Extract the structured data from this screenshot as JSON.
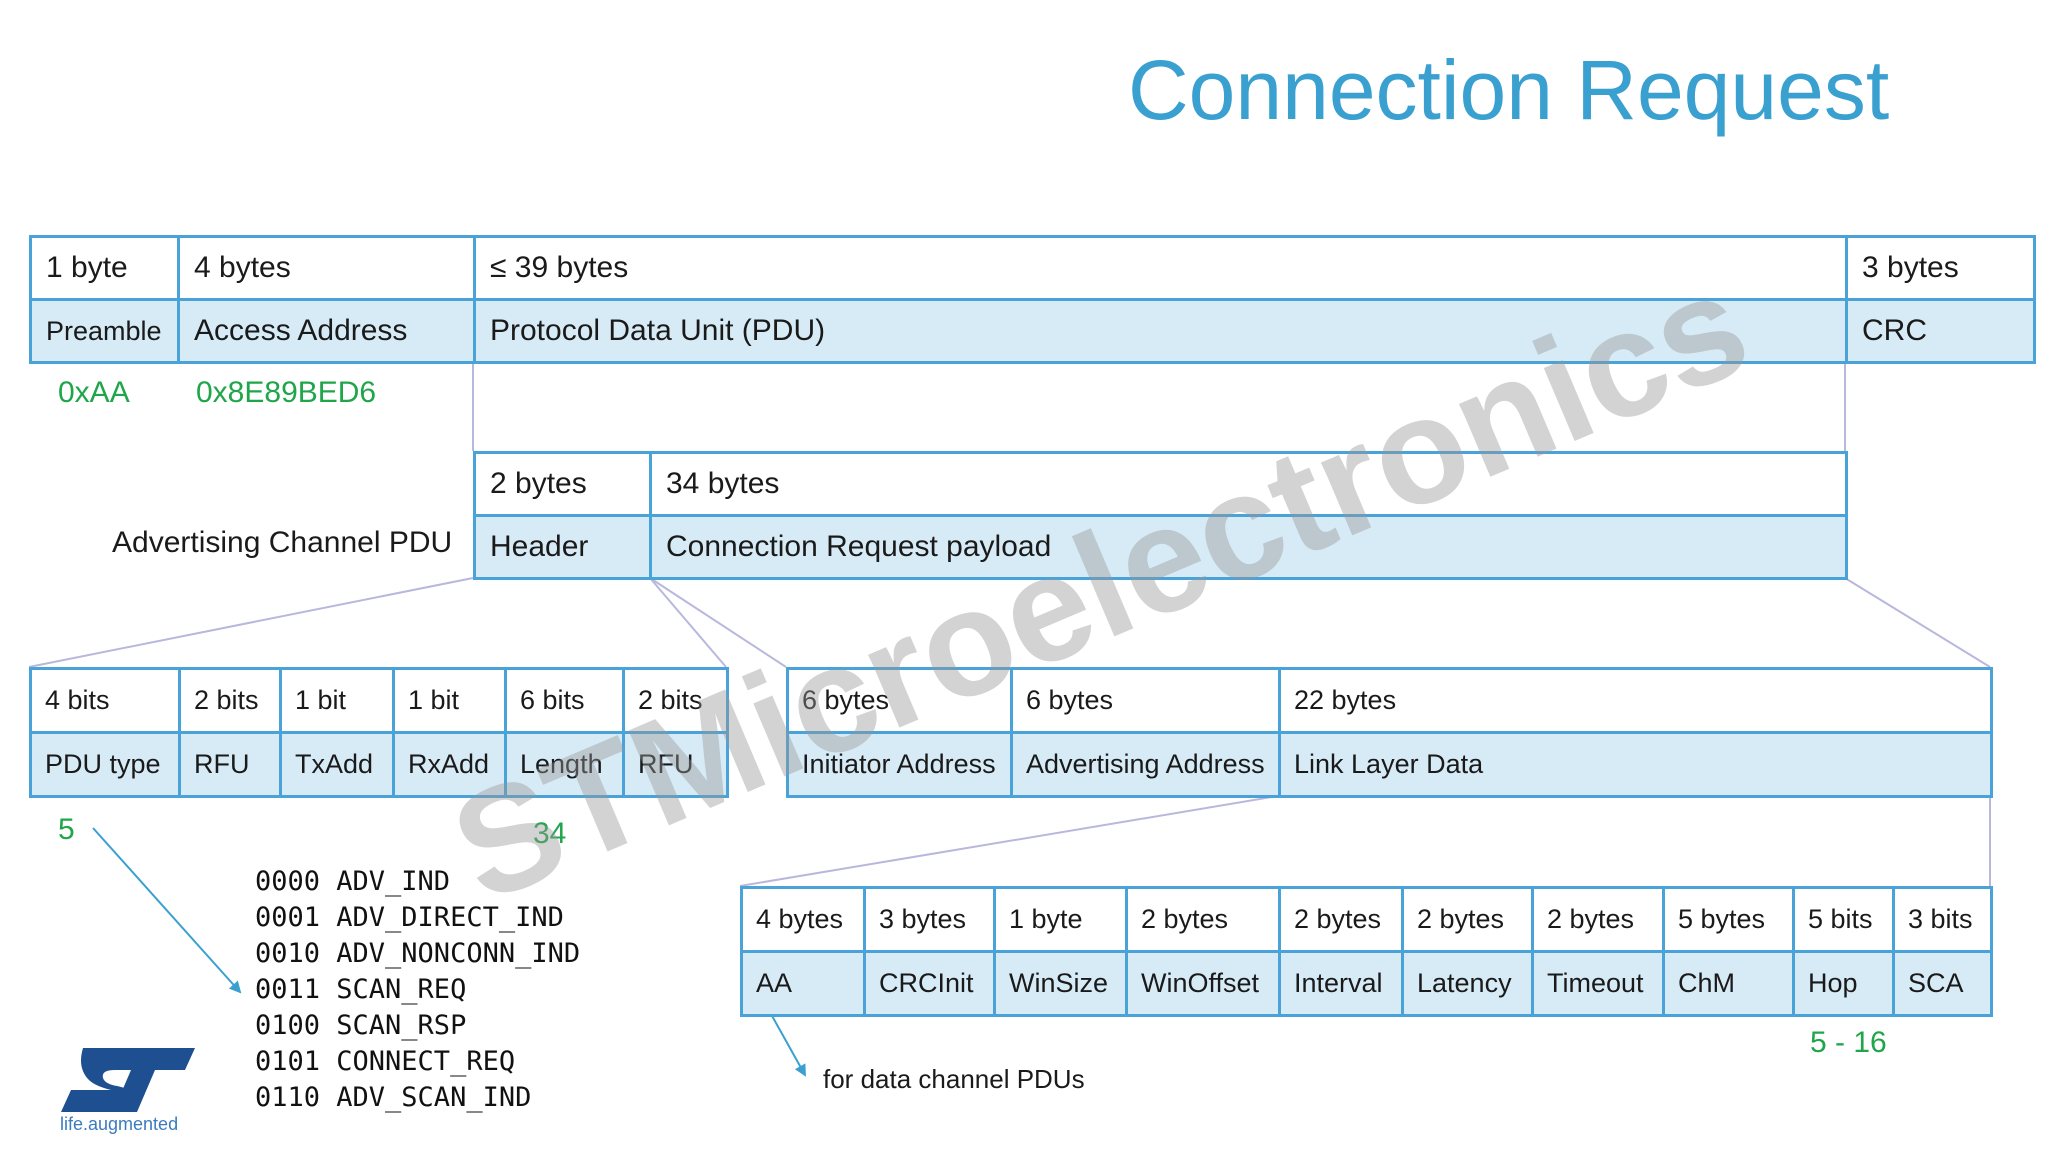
{
  "title": "Connection Request",
  "packet": {
    "sizes": [
      "1 byte",
      "4 bytes",
      "≤ 39 bytes",
      "3 bytes"
    ],
    "fields": [
      "Preamble",
      "Access Address",
      "Protocol Data Unit (PDU)",
      "CRC"
    ],
    "values": [
      "0xAA",
      "0x8E89BED6"
    ]
  },
  "adv_pdu": {
    "label": "Advertising Channel PDU",
    "sizes": [
      "2 bytes",
      "34 bytes"
    ],
    "fields": [
      "Header",
      "Connection Request payload"
    ]
  },
  "header": {
    "sizes": [
      "4 bits",
      "2 bits",
      "1 bit",
      "1 bit",
      "6 bits",
      "2 bits"
    ],
    "fields": [
      "PDU type",
      "RFU",
      "TxAdd",
      "RxAdd",
      "Length",
      "RFU"
    ],
    "pdu_type_value": "5",
    "length_value": "34"
  },
  "payload": {
    "sizes": [
      "6 bytes",
      "6 bytes",
      "22 bytes"
    ],
    "fields": [
      "Initiator Address",
      "Advertising Address",
      "Link Layer Data"
    ]
  },
  "lldata": {
    "sizes": [
      "4 bytes",
      "3 bytes",
      "1 byte",
      "2 bytes",
      "2 bytes",
      "2 bytes",
      "2 bytes",
      "5 bytes",
      "5 bits",
      "3 bits"
    ],
    "fields": [
      "AA",
      "CRCInit",
      "WinSize",
      "WinOffset",
      "Interval",
      "Latency",
      "Timeout",
      "ChM",
      "Hop",
      "SCA"
    ],
    "hop_value": "5 - 16",
    "aa_note": "for data channel PDUs"
  },
  "pdu_types": [
    "0000 ADV_IND",
    "0001 ADV_DIRECT_IND",
    "0010 ADV_NONCONN_IND",
    "0011 SCAN_REQ",
    "0100 SCAN_RSP",
    "0101 CONNECT_REQ",
    "0110 ADV_SCAN_IND"
  ],
  "logo": {
    "tagline": "life.augmented"
  },
  "watermark": "STMicroelectronics",
  "colors": {
    "title": "#3aa0d0",
    "border": "#4aa3d8",
    "fill": "#d7ebf7",
    "value": "#1fa64a"
  }
}
